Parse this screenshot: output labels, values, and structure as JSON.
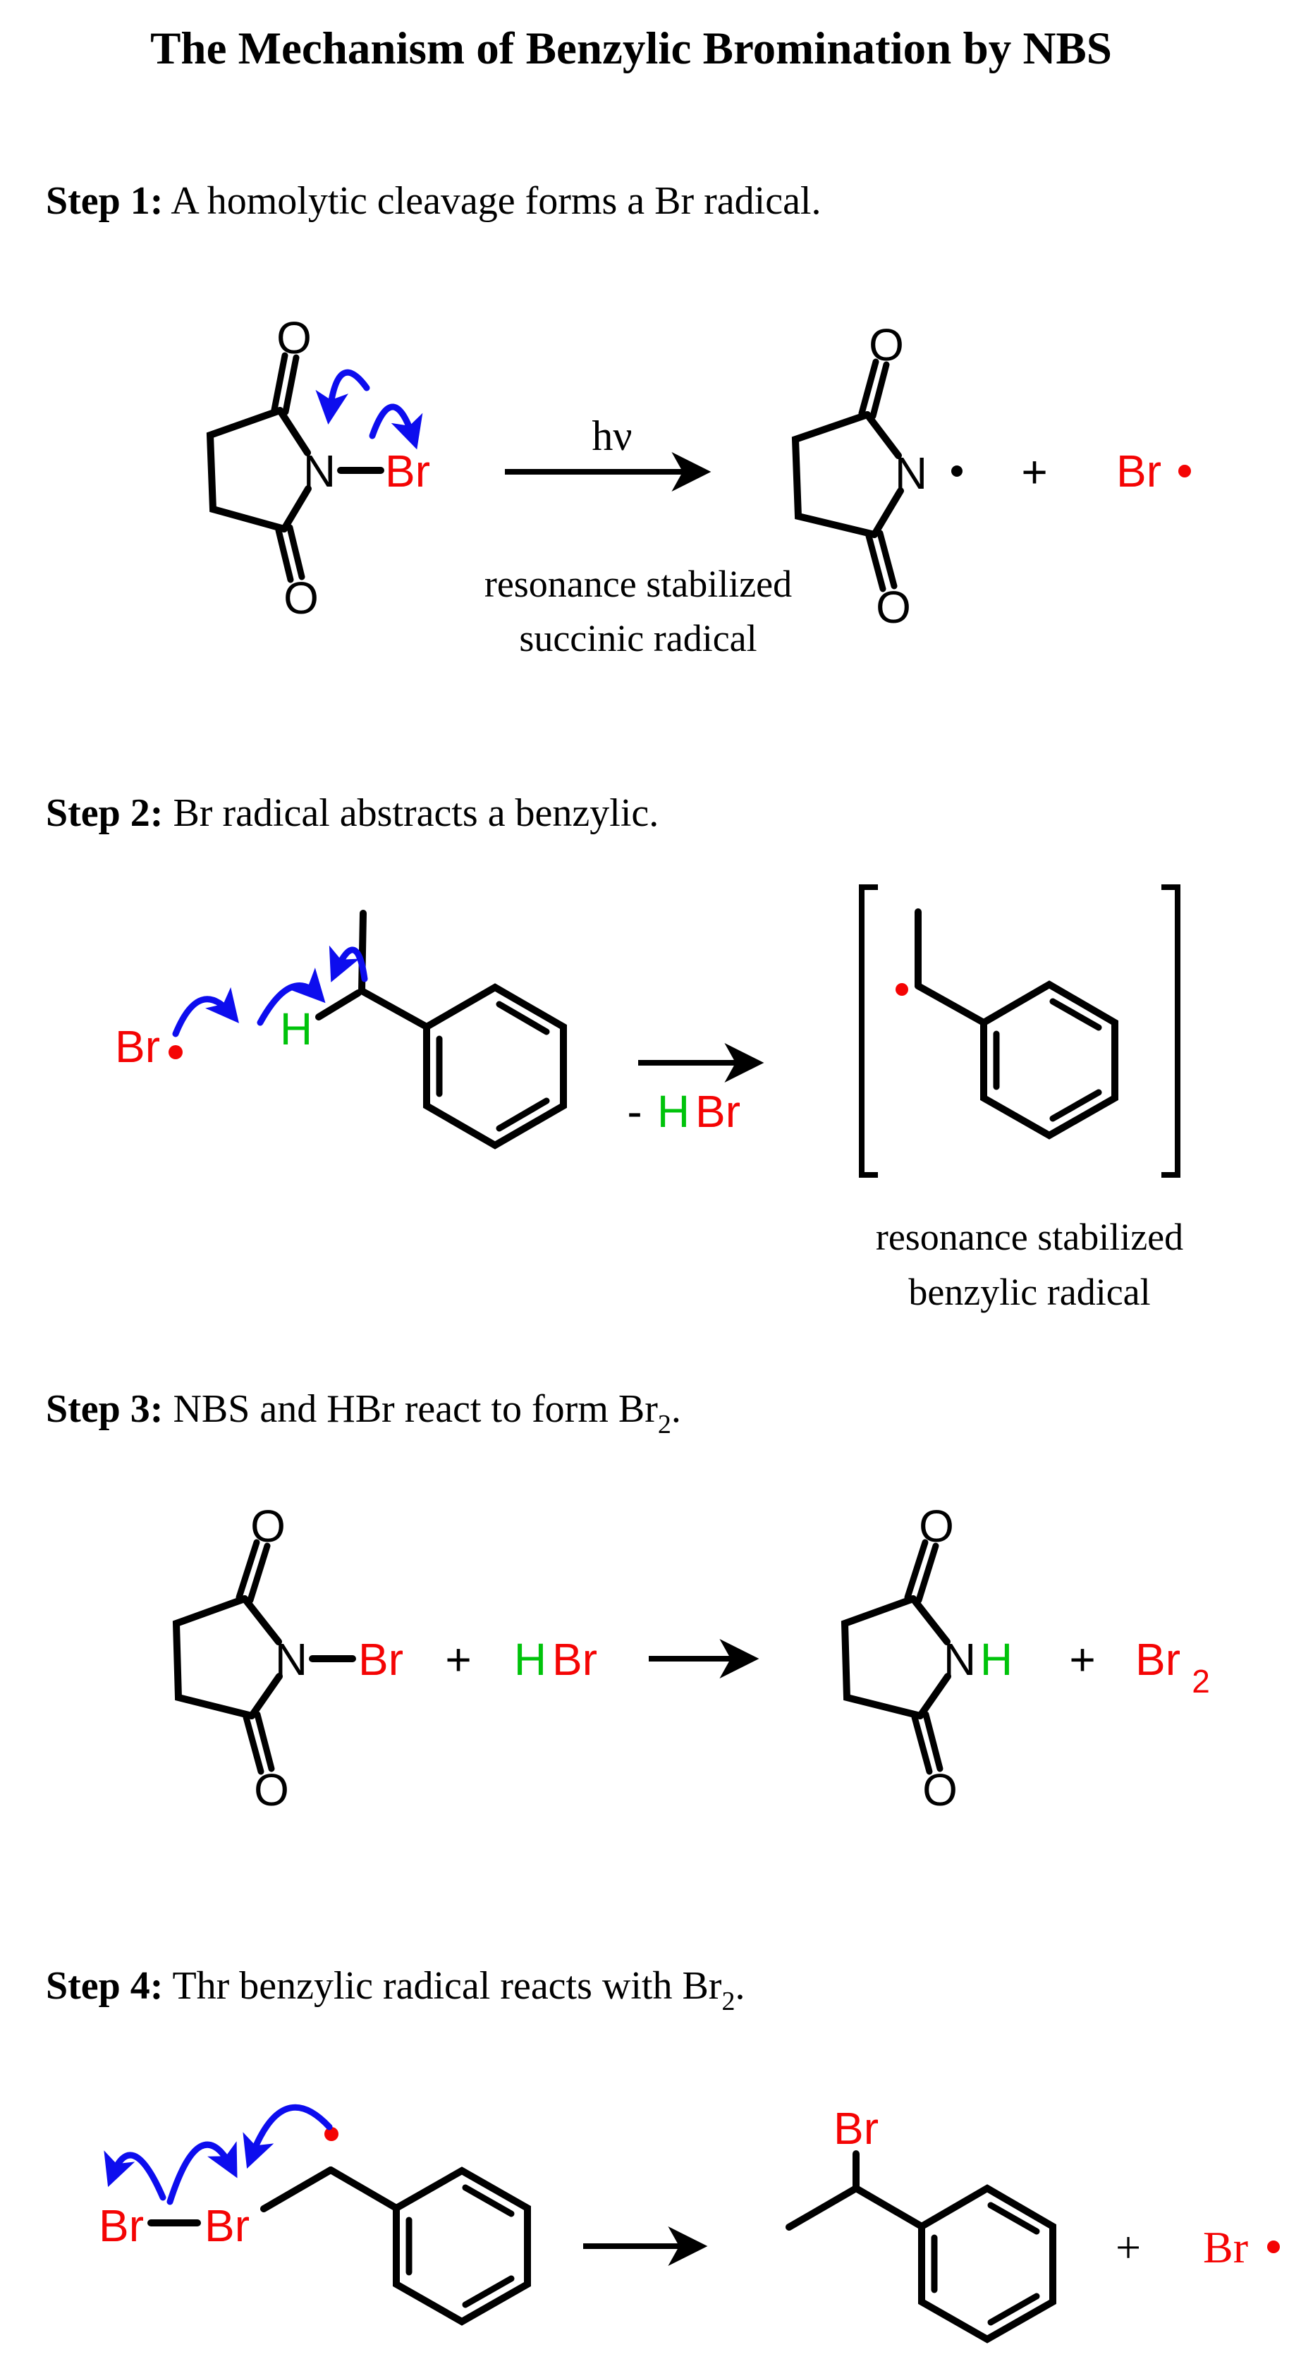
{
  "title": "The Mechanism of Benzylic Bromination by NBS",
  "colors": {
    "structure_black": "#000000",
    "bromine_red": "#f40404",
    "hydrogen_green": "#00c30b",
    "arrow_blue": "#0d0dee",
    "background": "#ffffff"
  },
  "atoms": {
    "oxygen": "O",
    "nitrogen": "N",
    "bromine": "Br",
    "hydrogen": "H",
    "plus": "+",
    "minus": "-"
  },
  "steps": {
    "s1": {
      "heading_prefix": "Step 1:",
      "heading_text": " A homolytic cleavage forms a Br radical.",
      "heading_sub": "",
      "heading_suffix": "",
      "condition": "hν",
      "caption1": "resonance stabilized",
      "caption2": "succinic radical"
    },
    "s2": {
      "heading_prefix": "Step 2:",
      "heading_text": " Br radical abstracts a benzylic.",
      "heading_sub": "",
      "heading_suffix": "",
      "byproduct_minus": "-",
      "byproduct_h": "H",
      "byproduct_br": "Br",
      "caption1": "resonance stabilized",
      "caption2": "benzylic radical"
    },
    "s3": {
      "heading_prefix": "Step 3:",
      "heading_text": " NBS and HBr react to form Br",
      "heading_sub": "2",
      "heading_suffix": ".",
      "hbr_h": "H",
      "hbr_br": "Br",
      "nh_n": "N",
      "nh_h": "H",
      "br2": "Br",
      "br2_sub": "2"
    },
    "s4": {
      "heading_prefix": "Step 4:",
      "heading_text": " Thr benzylic radical reacts with Br",
      "heading_sub": "2",
      "heading_suffix": ".",
      "br": "Br",
      "plus": "+"
    }
  }
}
